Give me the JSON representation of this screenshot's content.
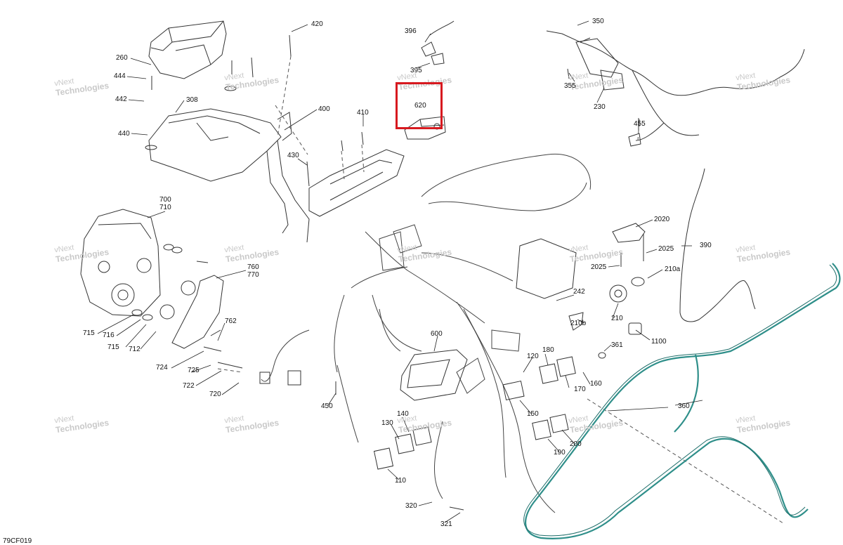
{
  "diagram_code": "79CF019",
  "highlight_color": "#d7191f",
  "watermark": {
    "line1": "vNext",
    "line2": "Technologies"
  },
  "callouts": {
    "c420": "420",
    "c396": "396",
    "c350": "350",
    "c260": "260",
    "c444": "444",
    "c442": "442",
    "c308": "308",
    "c440": "440",
    "c400": "400",
    "c410": "410",
    "c395": "395",
    "c620": "620",
    "c355": "355",
    "c230": "230",
    "c455": "455",
    "c430": "430",
    "c700": "700",
    "c710": "710",
    "c760": "760",
    "c770": "770",
    "c2020": "2020",
    "c2025a": "2025",
    "c2025b": "2025",
    "c390": "390",
    "c210a": "210a",
    "c242": "242",
    "c210": "210",
    "c210b": "210b",
    "c1100": "1100",
    "c361": "361",
    "c715": "715",
    "c716": "716",
    "c712": "712",
    "c715b": "715",
    "c762": "762",
    "c724": "724",
    "c725": "725",
    "c722": "722",
    "c720": "720",
    "c600": "600",
    "c180": "180",
    "c120": "120",
    "c170": "170",
    "c160": "160",
    "c450": "450",
    "c360": "360",
    "c150": "150",
    "c140": "140",
    "c130": "130",
    "c200": "200",
    "c190": "190",
    "c110": "110",
    "c320": "320",
    "c321": "321"
  }
}
